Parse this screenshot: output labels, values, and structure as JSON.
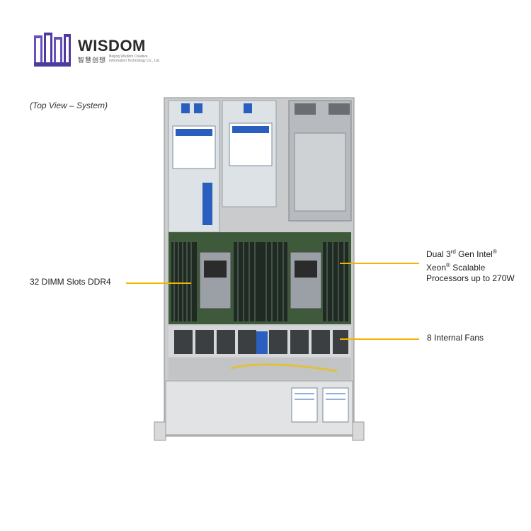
{
  "brand": {
    "name": "WISDOM",
    "name_cn": "智慧创想",
    "tagline": "Beijing Wisdom Creative Information Technology Co., Ltd.",
    "color": "#5a3fa8"
  },
  "caption": "(Top View – System)",
  "callouts": {
    "dimm": "32 DIMM Slots DDR4",
    "cpu": {
      "part1": "Dual 3",
      "sup1": "rd",
      "part2": " Gen Intel",
      "sup2": "®",
      "line2a": "Xeon",
      "sup3": "®",
      "line2b": " Scalable",
      "line3": "Processors up to 270W"
    },
    "fans": "8 Internal  Fans"
  },
  "colors": {
    "callout_line": "#f5b400",
    "label_blue": "#2a5fbf",
    "board_green": "#3f5a3a"
  }
}
